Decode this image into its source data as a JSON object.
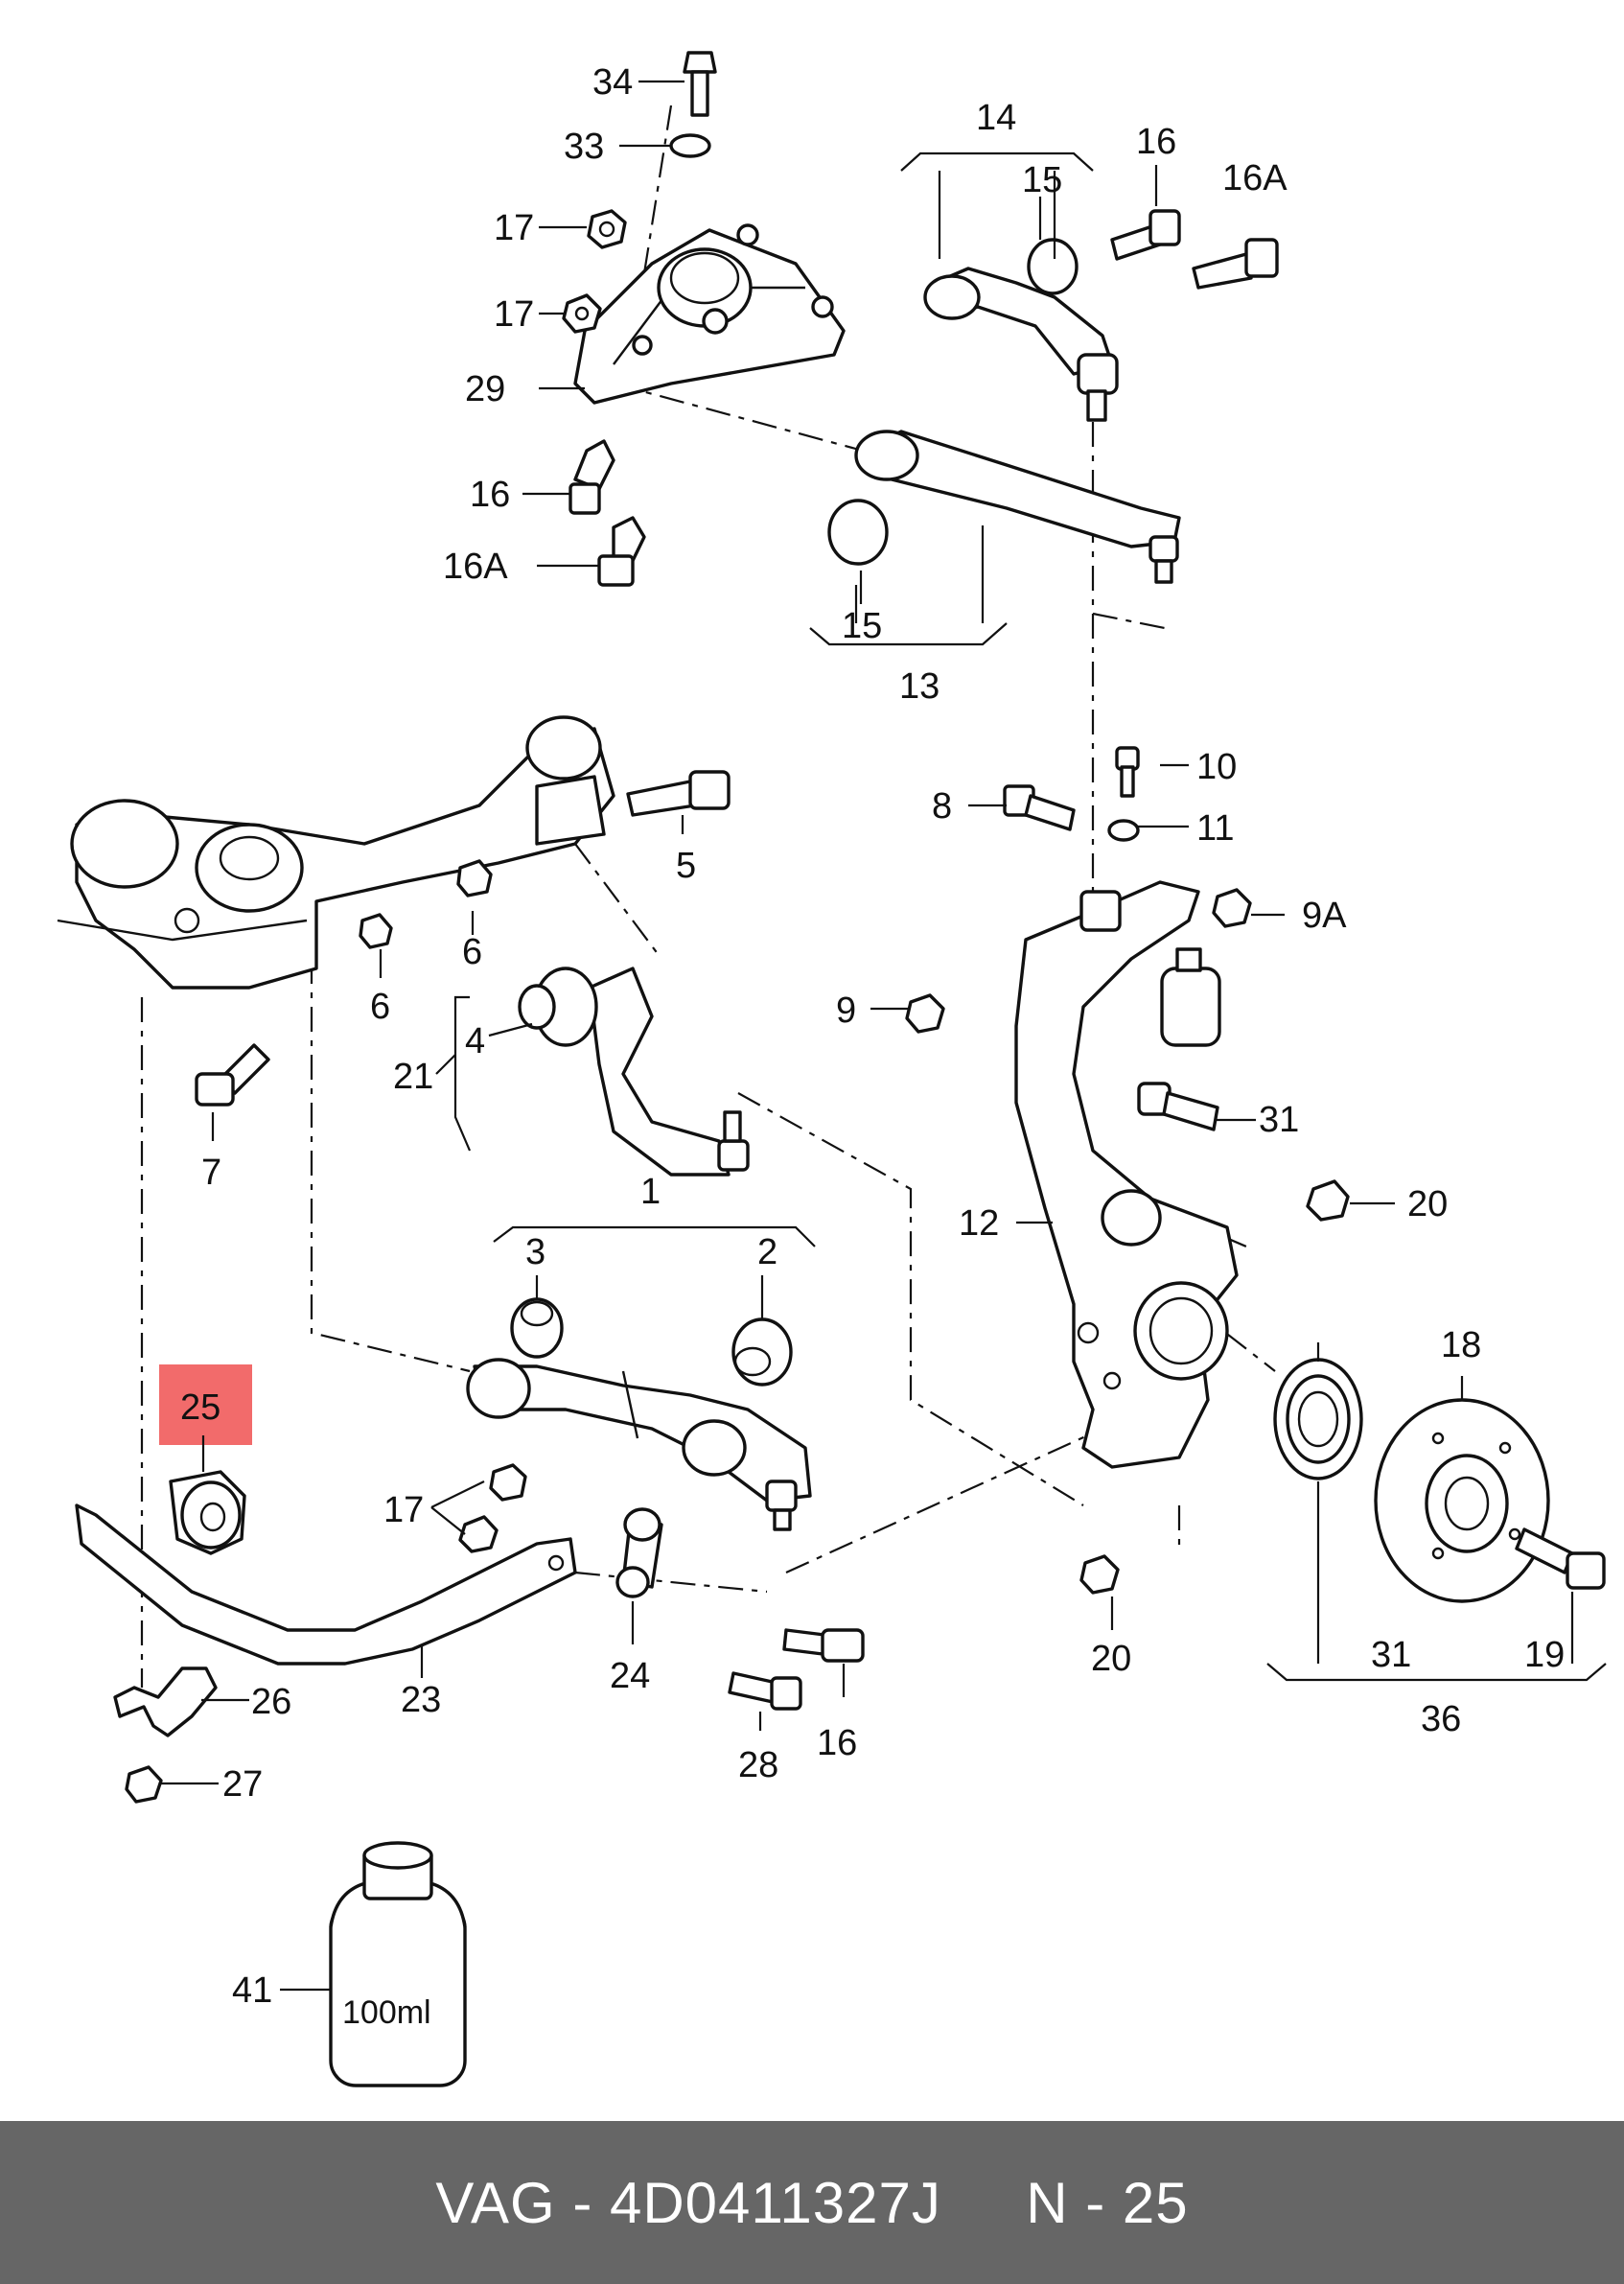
{
  "highlight_color": "#f26b6b",
  "footer_color": "#666666",
  "footer": {
    "brand": "VAG",
    "separator": " - ",
    "part_number": "4D0411327J",
    "position_prefix": "N",
    "position_number": "25"
  },
  "bottle_label": "100ml",
  "callouts": {
    "c34": "34",
    "c33": "33",
    "c17a": "17",
    "c17b": "17",
    "c29": "29",
    "c16a": "16",
    "c16Aa": "16A",
    "c14": "14",
    "c15a": "15",
    "c16b": "16",
    "c16Ab": "16A",
    "c15b": "15",
    "c13": "13",
    "c5": "5",
    "c6a": "6",
    "c6b": "6",
    "c7": "7",
    "c4": "4",
    "c21": "21",
    "c10": "10",
    "c8": "8",
    "c11": "11",
    "c9A": "9A",
    "c9": "9",
    "c31a": "31",
    "c12": "12",
    "c20a": "20",
    "c1": "1",
    "c3": "3",
    "c2": "2",
    "c18": "18",
    "c25": "25",
    "c17c": "17",
    "c26": "26",
    "c23": "23",
    "c24": "24",
    "c16c": "16",
    "c28": "28",
    "c27": "27",
    "c20b": "20",
    "c31b": "31",
    "c19": "19",
    "c36": "36",
    "c41": "41"
  }
}
